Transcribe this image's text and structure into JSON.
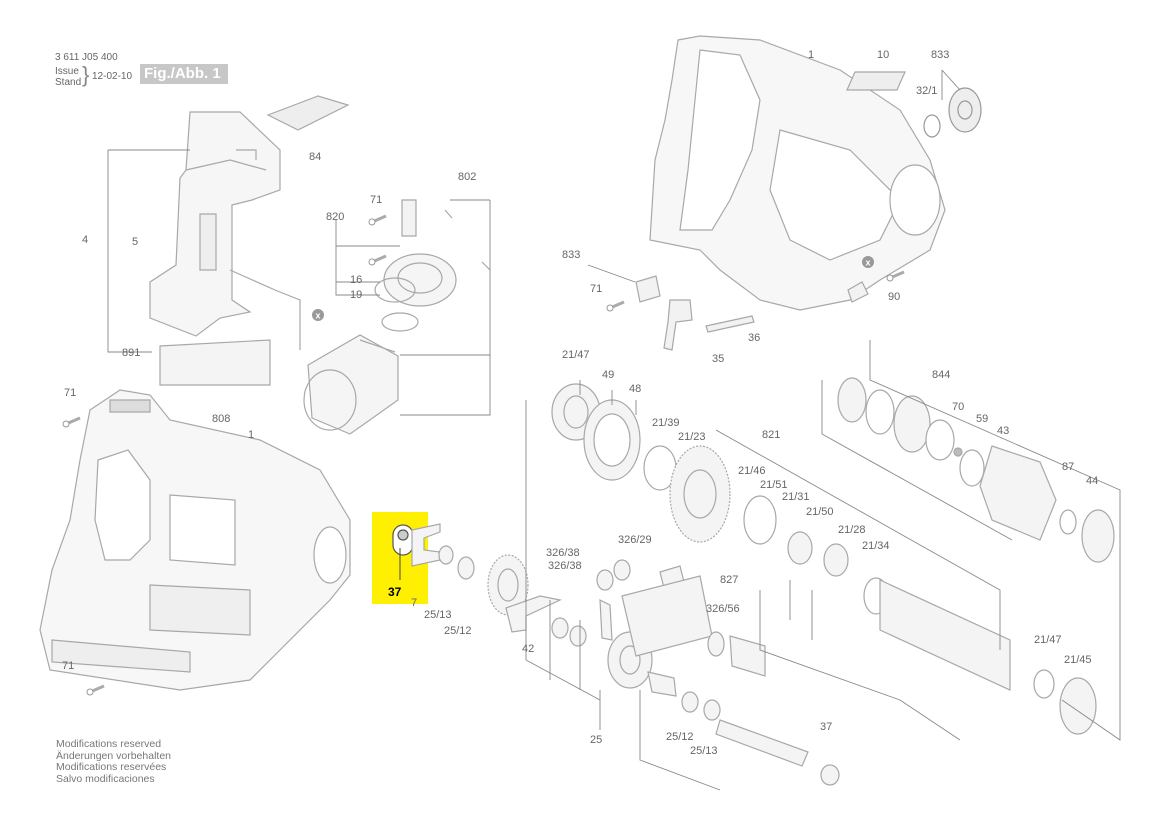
{
  "header": {
    "part_number": "3 611 J05 400",
    "issue_label_1": "Issue",
    "issue_label_2": "Stand",
    "date": "12-02-10",
    "figure": "Fig./Abb. 1"
  },
  "footer_notes": [
    "Modifications reserved",
    "Änderungen vorbehalten",
    "Modifications reservées",
    "Salvo modificaciones"
  ],
  "highlight": {
    "label": "37",
    "color": "#ffef00"
  },
  "callouts": {
    "c1a": "1",
    "c10": "10",
    "c833a": "833",
    "c32_1": "32/1",
    "c84": "84",
    "c802": "802",
    "c71a": "71",
    "c820": "820",
    "c4": "4",
    "c5": "5",
    "c16": "16",
    "c19": "19",
    "c891": "891",
    "c833b": "833",
    "c71b": "71",
    "c90": "90",
    "c36": "36",
    "c35": "35",
    "c21_47a": "21/47",
    "c49": "49",
    "c48": "48",
    "c844": "844",
    "c70": "70",
    "c59": "59",
    "c43": "43",
    "c21_39": "21/39",
    "c21_23": "21/23",
    "c821": "821",
    "c71c": "71",
    "c808": "808",
    "c1b": "1",
    "c21_46": "21/46",
    "c21_51": "21/51",
    "c21_31": "21/31",
    "c21_50": "21/50",
    "c87": "87",
    "c44": "44",
    "c326_29": "326/29",
    "c326_38a": "326/38",
    "c326_38b": "326/38",
    "c21_28": "21/28",
    "c21_34": "21/34",
    "c827": "827",
    "c326_56": "326/56",
    "c7": "7",
    "c25_13a": "25/13",
    "c25_12a": "25/12",
    "c42": "42",
    "c21_47b": "21/47",
    "c21_45": "21/45",
    "c71d": "71",
    "c25": "25",
    "c25_12b": "25/12",
    "c25_13b": "25/13",
    "c37": "37"
  },
  "icons": [
    "x-marker-icon",
    "screw-icon",
    "bearing-icon"
  ]
}
